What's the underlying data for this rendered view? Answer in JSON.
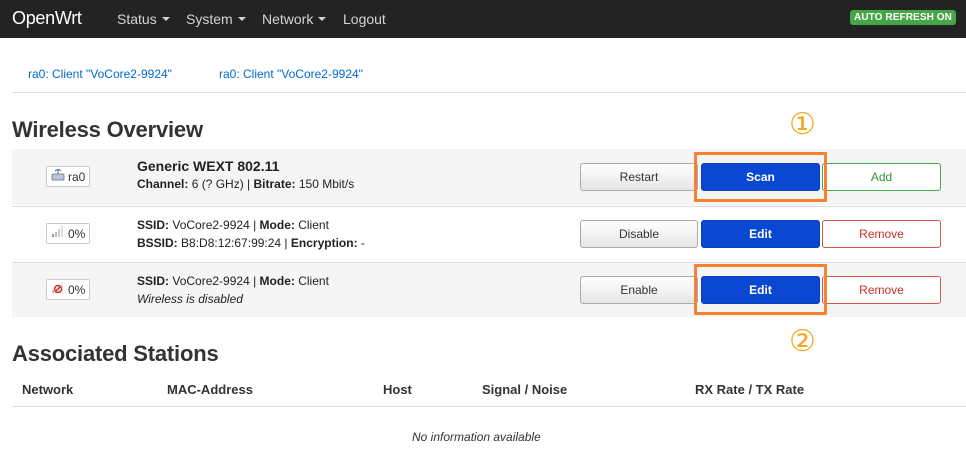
{
  "navbar": {
    "brand": "OpenWrt",
    "menu": [
      {
        "label": "Status",
        "dropdown": true
      },
      {
        "label": "System",
        "dropdown": true
      },
      {
        "label": "Network",
        "dropdown": true
      },
      {
        "label": "Logout",
        "dropdown": false
      }
    ],
    "auto_refresh": "AUTO REFRESH ON"
  },
  "tabs": [
    "ra0: Client \"VoCore2-9924\"",
    "ra0: Client \"VoCore2-9924\""
  ],
  "wireless_overview": {
    "heading": "Wireless Overview",
    "device": {
      "badge": "ra0",
      "badge_icon": "wireless-device-icon",
      "title": "Generic WEXT 802.11",
      "channel_label": "Channel:",
      "channel_value": "6 (? GHz)",
      "bitrate_label": "Bitrate:",
      "bitrate_value": "150 Mbit/s",
      "buttons": {
        "restart": "Restart",
        "scan": "Scan",
        "add": "Add"
      }
    },
    "networks": [
      {
        "badge": "0%",
        "badge_icon": "signal-bars-icon",
        "ssid_label": "SSID:",
        "ssid": "VoCore2-9924",
        "mode_label": "Mode:",
        "mode": "Client",
        "bssid_label": "BSSID:",
        "bssid": "B8:D8:12:67:99:24",
        "encryption_label": "Encryption:",
        "encryption": "-",
        "buttons": {
          "toggle": "Disable",
          "edit": "Edit",
          "remove": "Remove"
        }
      },
      {
        "badge": "0%",
        "badge_icon": "signal-disabled-icon",
        "ssid_label": "SSID:",
        "ssid": "VoCore2-9924",
        "mode_label": "Mode:",
        "mode": "Client",
        "status": "Wireless is disabled",
        "buttons": {
          "toggle": "Enable",
          "edit": "Edit",
          "remove": "Remove"
        }
      }
    ]
  },
  "annotations": {
    "marker_1": "①",
    "marker_2": "②",
    "color": "#f58230"
  },
  "associated_stations": {
    "heading": "Associated Stations",
    "columns": [
      "Network",
      "MAC-Address",
      "Host",
      "Signal / Noise",
      "RX Rate / TX Rate"
    ],
    "empty": "No information available"
  },
  "colors": {
    "primary": "#0a48d3",
    "navbar": "#232323",
    "success": "#46a546",
    "danger": "#d9534f",
    "link": "#0069d6"
  }
}
